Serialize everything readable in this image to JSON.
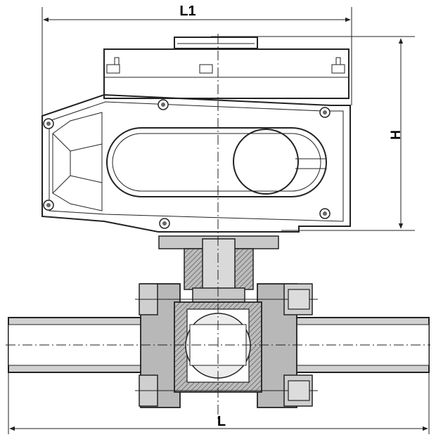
{
  "dimensions": {
    "top_width_label": "L1",
    "height_label": "H",
    "length_label": "L"
  },
  "colors": {
    "line": "#222222",
    "metal": "#c8c8c8",
    "metal_dark": "#8e8e8e",
    "hatch": "#555555",
    "actuator_fill": "#ffffff"
  }
}
